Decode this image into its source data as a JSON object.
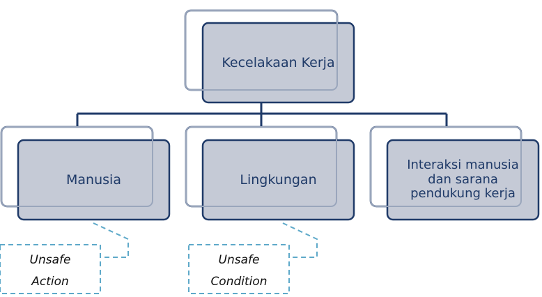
{
  "root": {
    "label": "Kecelakaan Kerja"
  },
  "children": [
    {
      "label": "Manusia"
    },
    {
      "label": "Lingkungan"
    },
    {
      "label": "Interaksi manusia\ndan sarana\npendukung kerja"
    }
  ],
  "notes": [
    {
      "line1": "Unsafe",
      "line2": "Action"
    },
    {
      "line1": "Unsafe",
      "line2": "Condition"
    }
  ],
  "colors": {
    "box_fill": "#c5cad6",
    "box_stroke": "#1f3a68",
    "connector": "#1f3a68",
    "dashed": "#5ea9c9",
    "text": "#1f3a68"
  }
}
